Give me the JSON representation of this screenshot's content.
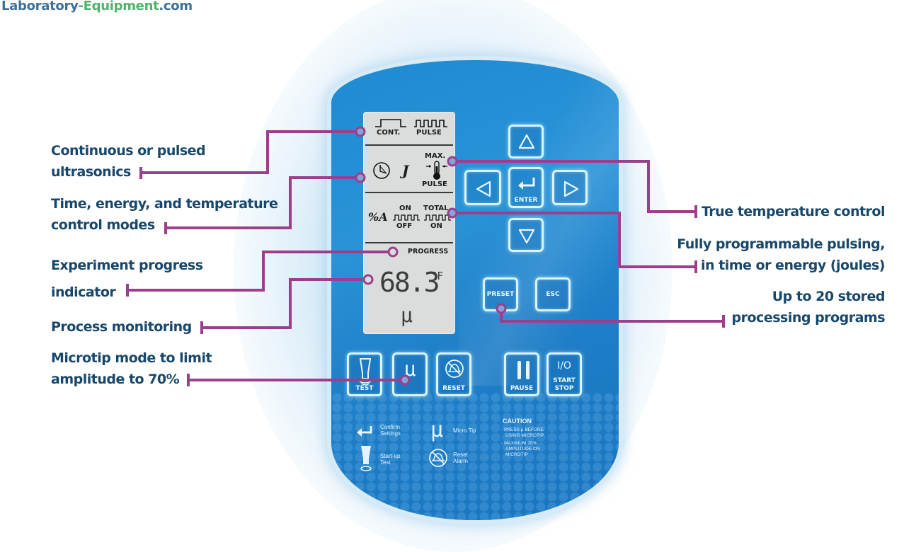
{
  "logo": {
    "part1": "Laboratory",
    "part2": "-Equipment",
    "part3": ".com"
  },
  "colors": {
    "panel_blue": "#1e8ad2",
    "callout_line": "#9b3f8c",
    "callout_text": "#17476b",
    "lcd_bg": "#d9dedd",
    "logo_blue": "#3d6f99",
    "logo_green": "#4fb36a"
  },
  "lcd": {
    "mode_cont": "CONT.",
    "mode_pulse": "PULSE",
    "max_label": "MAX.",
    "pulse_label": "PULSE",
    "energy_symbol": "J",
    "amplitude_symbol": "%A",
    "on_label": "ON",
    "off_label": "OFF",
    "total_label": "TOTAL",
    "total_on_label": "ON",
    "progress_label": "PROGRESS",
    "temperature_value": "68.3",
    "temperature_unit": "°F",
    "microtip_symbol": "μ",
    "icons": [
      "clock-icon",
      "thermometer-icon",
      "continuous-wave-icon",
      "pulse-wave-icon"
    ]
  },
  "keys": {
    "up": "up-arrow",
    "down": "down-arrow",
    "left": "left-arrow",
    "right": "right-arrow",
    "enter": "ENTER",
    "preset": "PRESET",
    "esc": "ESC",
    "test": "TEST",
    "microtip": "μ",
    "reset": "RESET",
    "pause": "PAUSE",
    "start_top": "I/O",
    "start": "START",
    "stop": "STOP"
  },
  "legend": {
    "confirm": [
      "Confirm",
      "Settings"
    ],
    "startup": [
      "Start-up",
      "Test"
    ],
    "microtip": "Micro Tip",
    "reset": [
      "Reset",
      "Alarm"
    ]
  },
  "caution": {
    "title": "CAUTION",
    "lines": [
      "- PRESS μ BEFORE",
      "  USING MICROTIP",
      "- MAXIMUM 70%",
      "  AMPLITUDE ON",
      "  MICROTIP"
    ]
  },
  "callouts": {
    "left": [
      {
        "line1": "Continuous or pulsed",
        "line2": "ultrasonics"
      },
      {
        "line1": "Time, energy, and temperature",
        "line2": "control modes"
      },
      {
        "line1": "Experiment progress",
        "line2": "indicator"
      },
      {
        "line1": "Process monitoring",
        "line2": ""
      },
      {
        "line1": "Microtip mode to limit",
        "line2": "amplitude to 70%"
      }
    ],
    "right": [
      {
        "line1": "True temperature control",
        "line2": ""
      },
      {
        "line1": "Fully programmable pulsing,",
        "line2": "in time or energy (joules)"
      },
      {
        "line1": "Up to 20 stored",
        "line2": "processing programs"
      }
    ]
  }
}
